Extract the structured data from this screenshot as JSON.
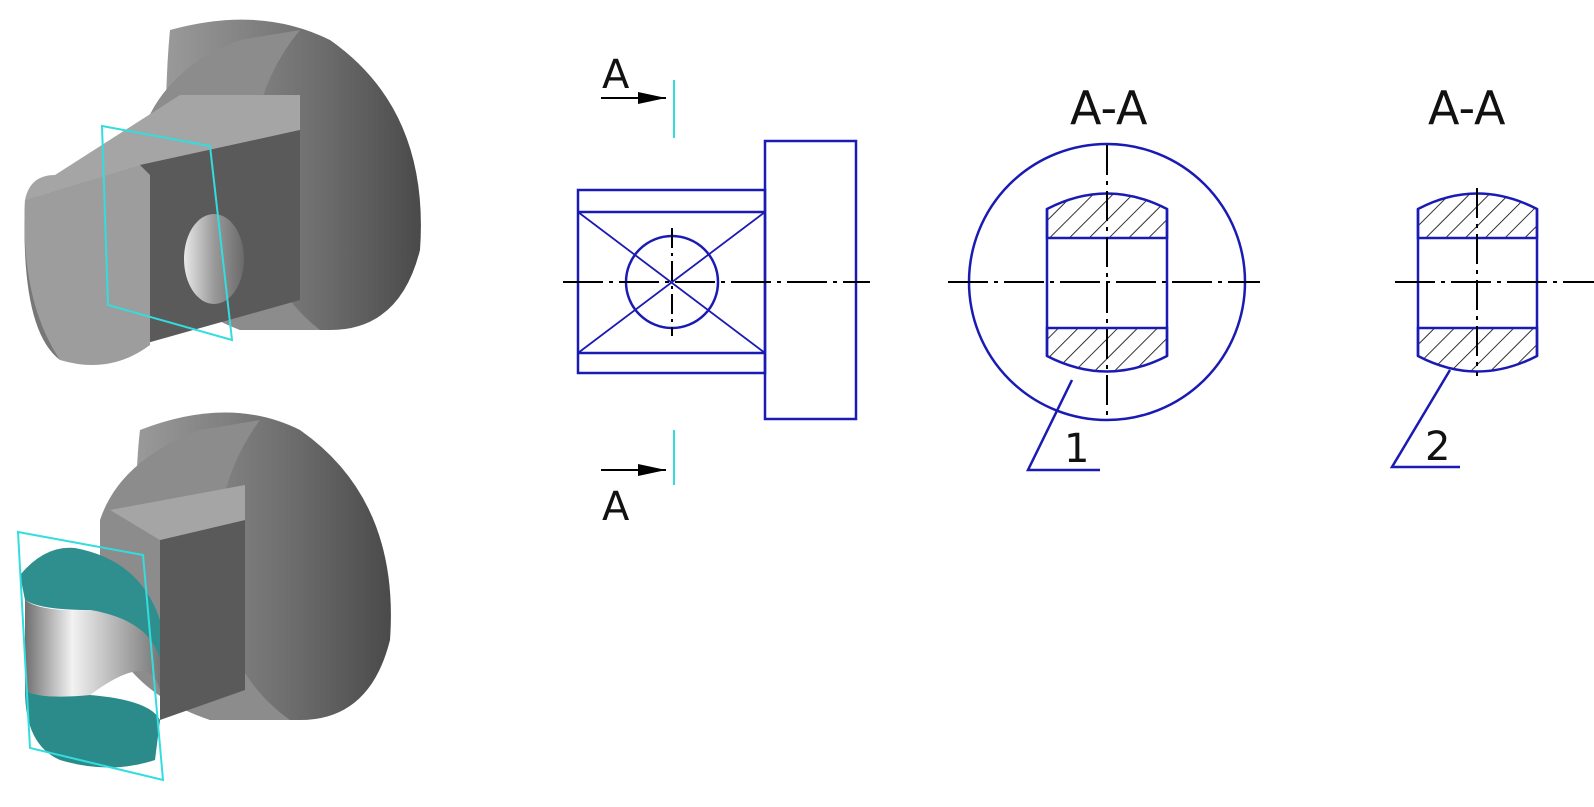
{
  "section_mark_top": "A",
  "section_mark_bottom": "A",
  "section_title_1": "A-A",
  "section_title_2": "A-A",
  "callout_1": "1",
  "callout_2": "2",
  "colors": {
    "outline": "#1a1ab4",
    "centerline": "#000000",
    "cutting_plane": "#33dddd",
    "section_fill": "#2b8a8a",
    "metal_dark": "#595959",
    "metal_mid": "#8c8c8c",
    "metal_light": "#b4b4b4"
  }
}
